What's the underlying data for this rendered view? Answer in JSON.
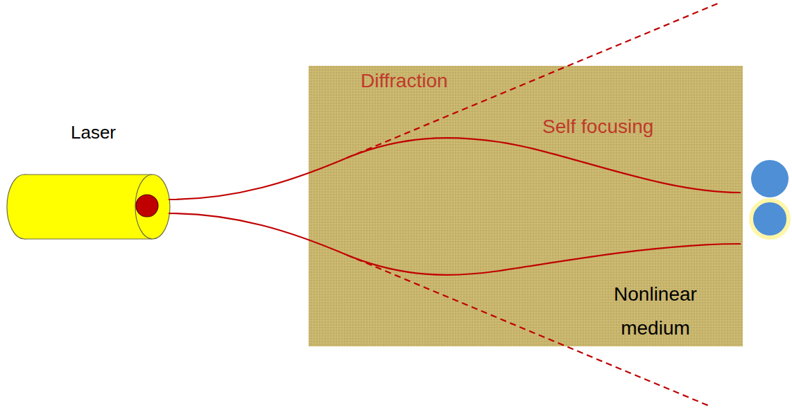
{
  "diagram": {
    "nodes": [
      {
        "text": [
          "Laser"
        ]
      },
      {
        "text": [
          "Nonlinear medium"
        ]
      }
    ],
    "labels": [
      "Diffraction",
      "Self focusing"
    ]
  }
}
